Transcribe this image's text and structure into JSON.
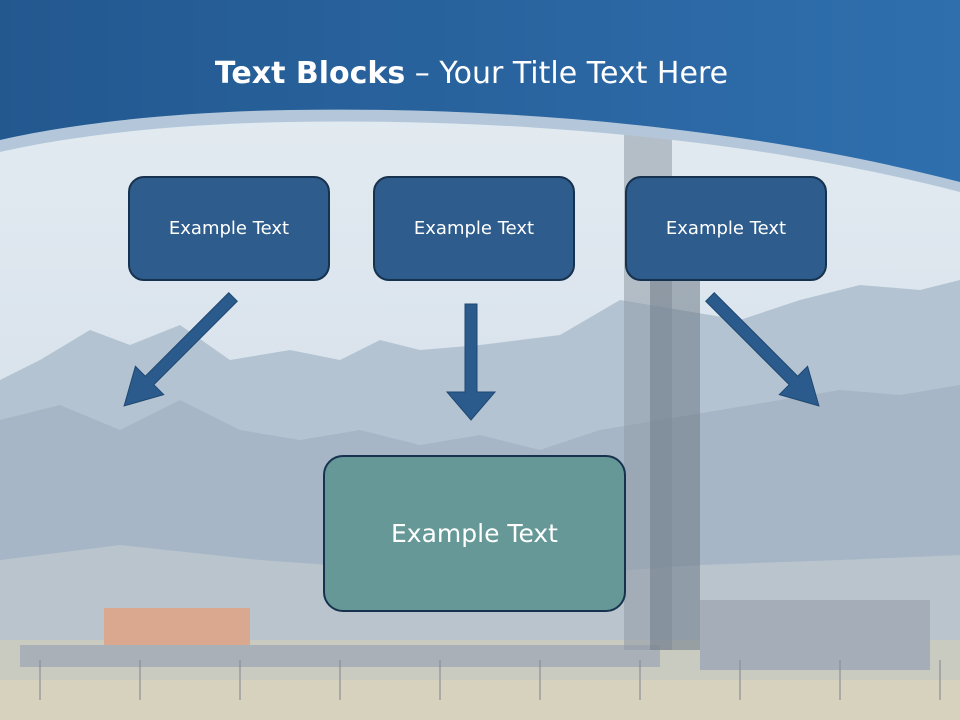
{
  "title": {
    "bold": "Text Blocks",
    "separator": " – ",
    "rest": "Your Title Text Here"
  },
  "blocks": {
    "top": [
      "Example Text",
      "Example Text",
      "Example Text"
    ],
    "bottom": "Example Text"
  },
  "colors": {
    "header": "#2a66a4",
    "top_box": "#2e5c8c",
    "bottom_box": "#659896",
    "arrow": "#2b5b8c",
    "border": "#17324f"
  }
}
